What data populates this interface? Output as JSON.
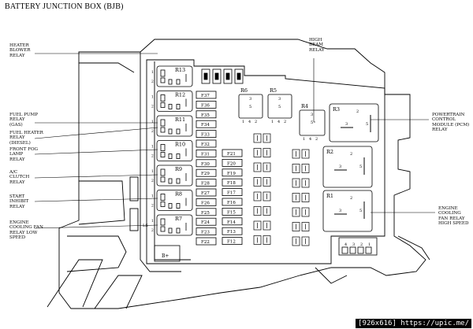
{
  "title": "BATTERY JUNCTION BOX (BJB)",
  "watermark": "[926x616] https://upic.me/",
  "left_labels": [
    {
      "text": "HEATER\nBLOWER\nRELAY"
    },
    {
      "text": "FUEL PUMP\nRELAY\n(GAS)"
    },
    {
      "text": "FUEL HEATER\nRELAY\n(DIESEL)"
    },
    {
      "text": "FRONT FOG\nLAMP\nRELAY"
    },
    {
      "text": "A/C\nCLUTCH\nRELAY"
    },
    {
      "text": "START\nINHIBIT\nRELAY"
    },
    {
      "text": "ENGINE\nCOOLING FAN\nRELAY LOW\nSPEED"
    }
  ],
  "right_labels": [
    {
      "text": "HIGH\nBEAM\nRELAY"
    },
    {
      "text": "POWERTRAIN\nCONTROL\nMODULE (PCM)\nRELAY"
    },
    {
      "text": "ENGINE\nCOOLING\nFAN RELAY\nHIGH SPEED"
    }
  ],
  "left_relays": [
    "R13",
    "R12",
    "R11",
    "R10",
    "R9",
    "R8",
    "R7"
  ],
  "top_relays": [
    "R6",
    "R5",
    "R4"
  ],
  "right_relays": [
    "R3",
    "R2",
    "R1"
  ],
  "fuse_col1": [
    "F37",
    "F36",
    "F35",
    "F34",
    "F33",
    "F32",
    "F31",
    "F30",
    "F29",
    "F28",
    "F27",
    "F26",
    "F25",
    "F24",
    "F23",
    "F22"
  ],
  "fuse_col2": [
    "F21",
    "F20",
    "F19",
    "F18",
    "F17",
    "F16",
    "F15",
    "F14",
    "F13",
    "F12"
  ],
  "pin_numbers": {
    "one": "1",
    "two": "2",
    "three": "3",
    "four": "4",
    "five": "5"
  },
  "bottom_marks": {
    "ls": "LS",
    "bplus": "B+"
  }
}
